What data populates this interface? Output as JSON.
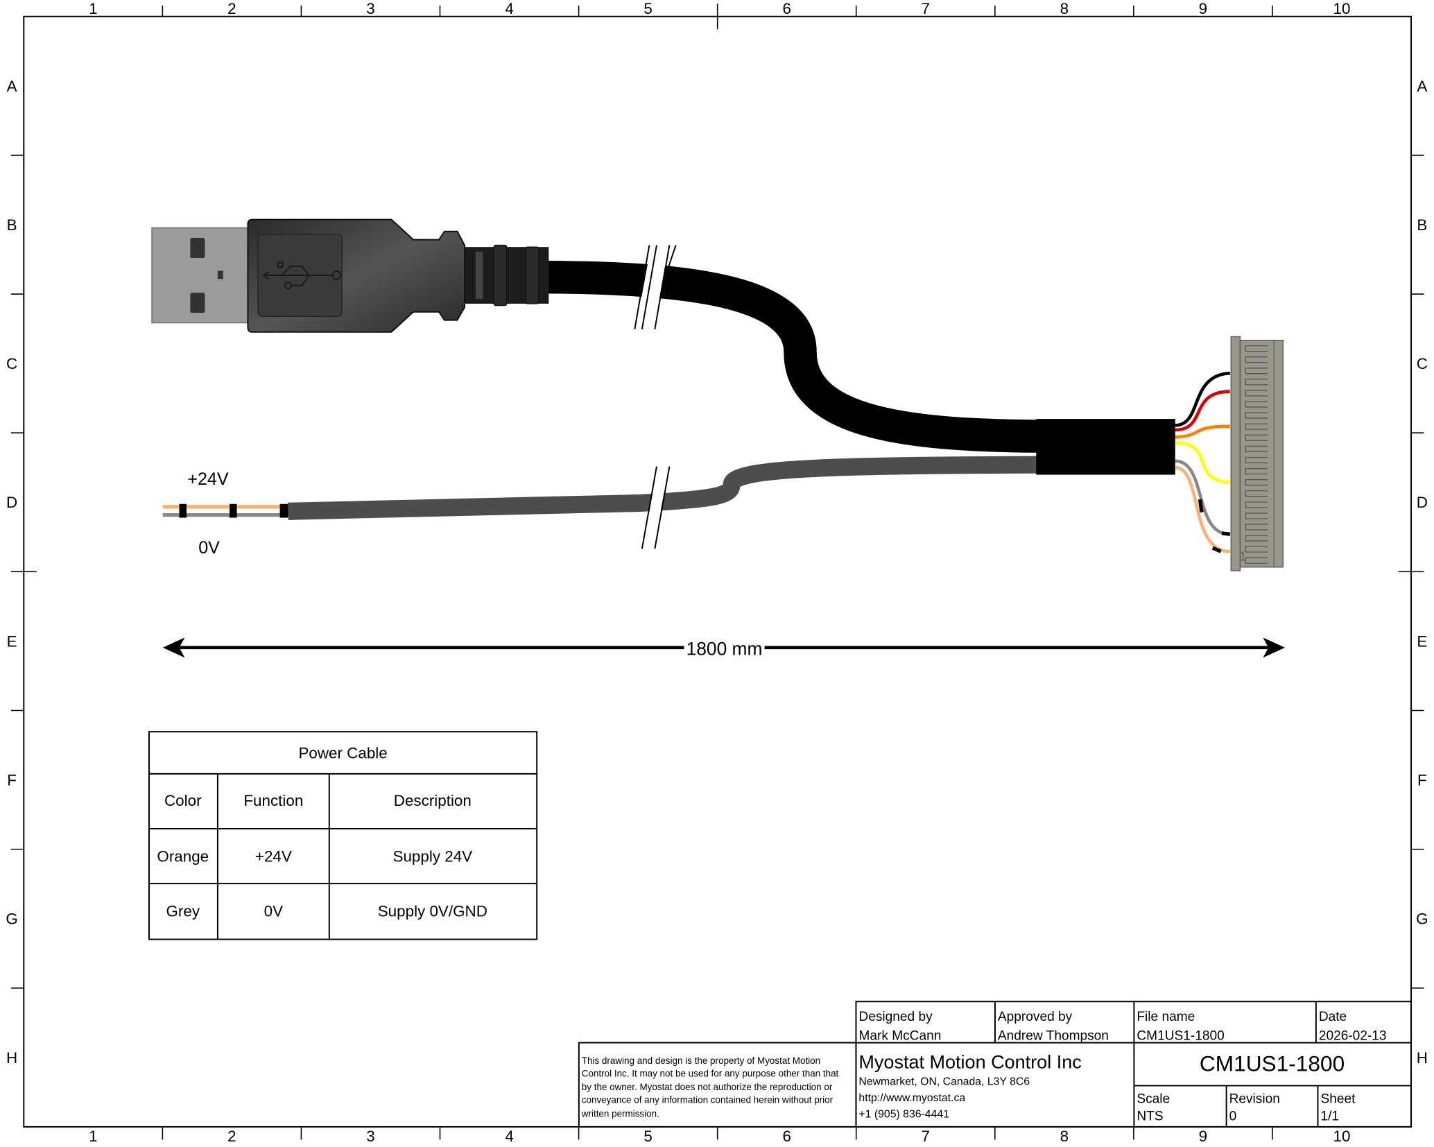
{
  "border": {
    "columns": [
      "1",
      "2",
      "3",
      "4",
      "5",
      "6",
      "7",
      "8",
      "9",
      "10"
    ],
    "rows": [
      "A",
      "B",
      "C",
      "D",
      "E",
      "F",
      "G",
      "H"
    ]
  },
  "drawing": {
    "wire_labels": {
      "plus": "+24V",
      "zero": "0V"
    },
    "dimension": "1800 mm",
    "connector_pin_label": "1",
    "colors": {
      "cable": "#000000",
      "power_cable": "#4d4d4d",
      "orange": "#ffb070",
      "grey": "#888888",
      "red": "#dd0000",
      "orange2": "#ff8000",
      "yellow": "#ffff00",
      "connector": "#9a968a"
    }
  },
  "power_table": {
    "title": "Power Cable",
    "headers": [
      "Color",
      "Function",
      "Description"
    ],
    "rows": [
      [
        "Orange",
        "+24V",
        "Supply 24V"
      ],
      [
        "Grey",
        "0V",
        "Supply 0V/GND"
      ]
    ]
  },
  "title_block": {
    "designed_by_label": "Designed by",
    "designed_by": "Mark McCann",
    "approved_by_label": "Approved by",
    "approved_by": "Andrew Thompson",
    "file_name_label": "File name",
    "file_name": "CM1US1-1800",
    "date_label": "Date",
    "date": "2026-02-13",
    "disclaimer": [
      "This drawing and design is the property of Myostat Motion",
      "Control Inc. It may not be used for any purpose other than that",
      "by the owner. Myostat does not authorize the reproduction or",
      "conveyance of any information contained herein without prior",
      "written permission."
    ],
    "company": "Myostat Motion Control Inc",
    "address": "Newmarket, ON, Canada, L3Y 8C6",
    "website": "http://www.myostat.ca",
    "phone": "+1 (905) 836-4441",
    "part_number": "CM1US1-1800",
    "scale_label": "Scale",
    "scale": "NTS",
    "revision_label": "Revision",
    "revision": "0",
    "sheet_label": "Sheet",
    "sheet": "1/1"
  }
}
